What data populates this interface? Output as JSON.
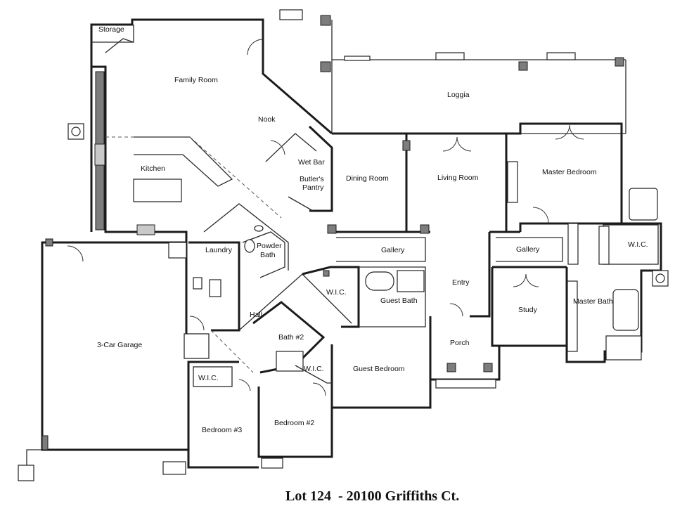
{
  "plan": {
    "caption": "Lot 124  - 20100 Griffiths Ct.",
    "rooms": {
      "storage": "Storage",
      "family_room": "Family Room",
      "nook": "Nook",
      "loggia": "Loggia",
      "kitchen": "Kitchen",
      "wet_bar": "Wet Bar",
      "butlers_pantry_1": "Butler's",
      "butlers_pantry_2": "Pantry",
      "dining_room": "Dining Room",
      "living_room": "Living Room",
      "master_bedroom": "Master Bedroom",
      "laundry": "Laundry",
      "powder_bath_1": "Powder",
      "powder_bath_2": "Bath",
      "gallery_center": "Gallery",
      "gallery_right": "Gallery",
      "wic_master": "W.I.C.",
      "wic_guest": "W.I.C.",
      "guest_bath": "Guest Bath",
      "entry": "Entry",
      "hall": "Hall",
      "study": "Study",
      "master_bath": "Master Bath",
      "bath2": "Bath #2",
      "porch": "Porch",
      "garage": "3-Car Garage",
      "wic_bath2": "W.I.C.",
      "guest_bedroom": "Guest Bedroom",
      "wic_bed3": "W.I.C.",
      "bedroom3": "Bedroom #3",
      "bedroom2": "Bedroom #2"
    }
  }
}
